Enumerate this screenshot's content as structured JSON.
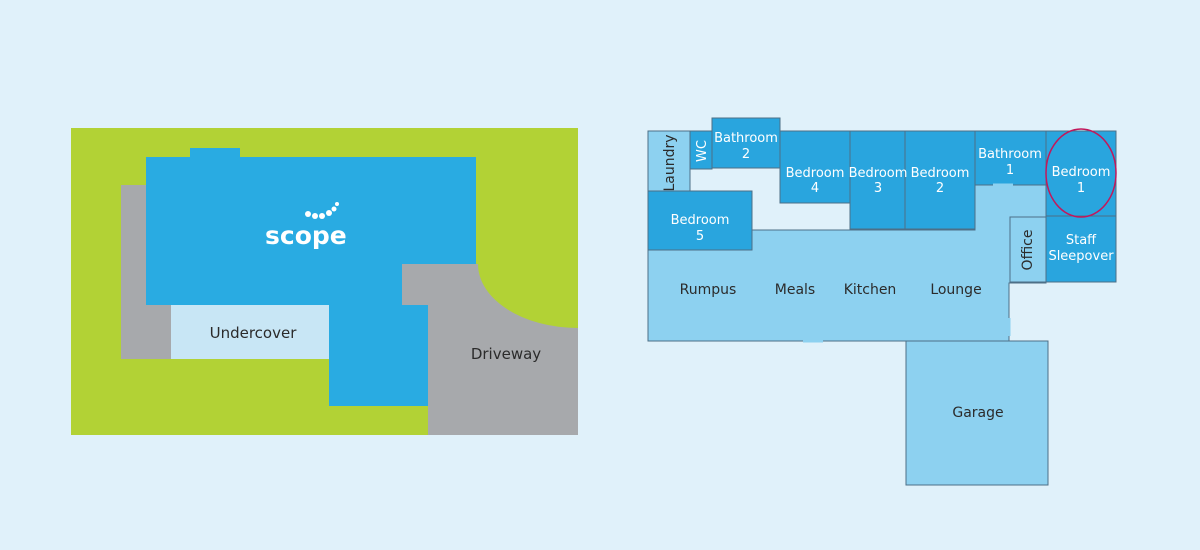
{
  "site_plan": {
    "logo": "scope",
    "undercover": "Undercover",
    "driveway": "Driveway"
  },
  "floor_plan": {
    "rooms": {
      "laundry": "Laundry",
      "wc": "WC",
      "bathroom2": [
        "Bathroom",
        "2"
      ],
      "bedroom4": [
        "Bedroom",
        "4"
      ],
      "bedroom3": [
        "Bedroom",
        "3"
      ],
      "bedroom2": [
        "Bedroom",
        "2"
      ],
      "bathroom1": [
        "Bathroom",
        "1"
      ],
      "bedroom1": [
        "Bedroom",
        "1"
      ],
      "bedroom5": [
        "Bedroom",
        "5"
      ],
      "office": "Office",
      "staff_sleepover": [
        "Staff",
        "Sleepover"
      ],
      "rumpus": "Rumpus",
      "meals": "Meals",
      "kitchen": "Kitchen",
      "lounge": "Lounge",
      "garage": "Garage"
    },
    "highlight_color": "#c2185b"
  },
  "colors": {
    "background": "#e0f1fa",
    "grass": "#b2d235",
    "concrete": "#a7a9ac",
    "building": "#29abe2",
    "undercover": "#c8e6f5",
    "floor_dark": "#29a5de",
    "floor_light": "#8dd1f0",
    "wall": "#4d6f87"
  }
}
